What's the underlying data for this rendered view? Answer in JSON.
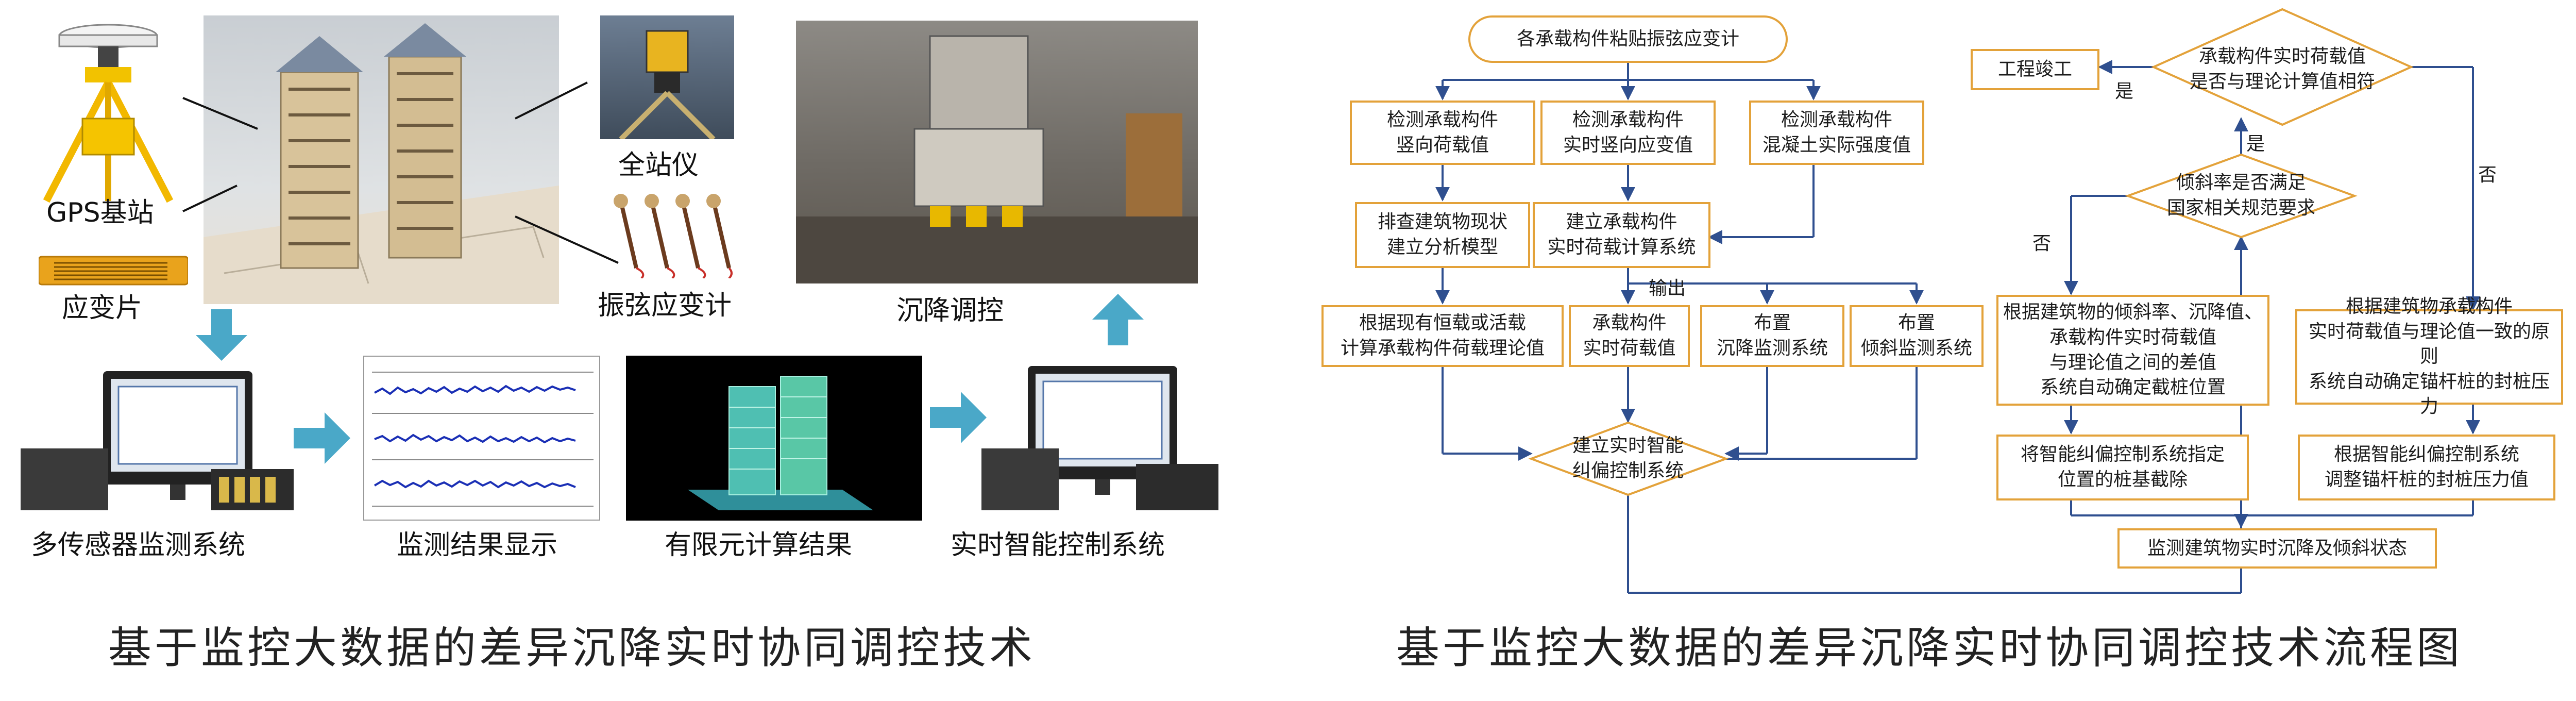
{
  "left_panel": {
    "labels": {
      "gps": "GPS基站",
      "strain_gauge": "应变片",
      "total_station": "全站仪",
      "vibrating_wire": "振弦应变计",
      "settlement_control": "沉降调控",
      "multi_sensor": "多传感器监测系统",
      "monitor_display": "监测结果显示",
      "fem_result": "有限元计算结果",
      "realtime_control": "实时智能控制系统"
    },
    "caption": "基于监控大数据的差异沉降实时协同调控技术"
  },
  "flowchart": {
    "nodes": {
      "start": "各承载构件粘贴振弦应变计",
      "detect_vertical_load": "检测承载构件\n竖向荷载值",
      "detect_strain": "检测承载构件\n实时竖向应变值",
      "detect_concrete": "检测承载构件\n混凝土实际强度值",
      "investigate": "排查建筑物现状\n建立分析模型",
      "build_calc": "建立承载构件\n实时荷载计算系统",
      "calc_theory": "根据现有恒载或活载\n计算承载构件荷载理论值",
      "realtime_load": "承载构件\n实时荷载值",
      "settlement_monitor": "布置\n沉降监测系统",
      "tilt_monitor": "布置\n倾斜监测系统",
      "smart_system": "建立实时智能\n纠偏控制系统",
      "completion": "工程竣工",
      "decision_load": "承载构件实时荷载值\n是否与理论计算值相符",
      "decision_tilt": "倾斜率是否满足\n国家相关规范要求",
      "pile_position": "根据建筑物的倾斜率、沉降值、\n承载构件实时荷载值\n与理论值之间的差值\n系统自动确定截桩位置",
      "pile_cut": "将智能纠偏控制系统指定\n位置的桩基截除",
      "anchor_principle": "根据建筑物承载构件\n实时荷载值与理论值一致的原则\n系统自动确定锚杆桩的封桩压力",
      "anchor_adjust": "根据智能纠偏控制系统\n调整锚杆桩的封桩压力值",
      "monitor_state": "监测建筑物实时沉降及倾斜状态"
    },
    "edge_labels": {
      "output": "输出",
      "yes_completion": "是",
      "yes_tilt": "是",
      "no_left": "否",
      "no_right": "否"
    },
    "caption": "基于监控大数据的差异沉降实时协同调控技术流程图"
  },
  "colors": {
    "box_border": "#e3a23a",
    "arrow": "#2f4f8f",
    "teal_arrow": "#4aa8c8"
  }
}
